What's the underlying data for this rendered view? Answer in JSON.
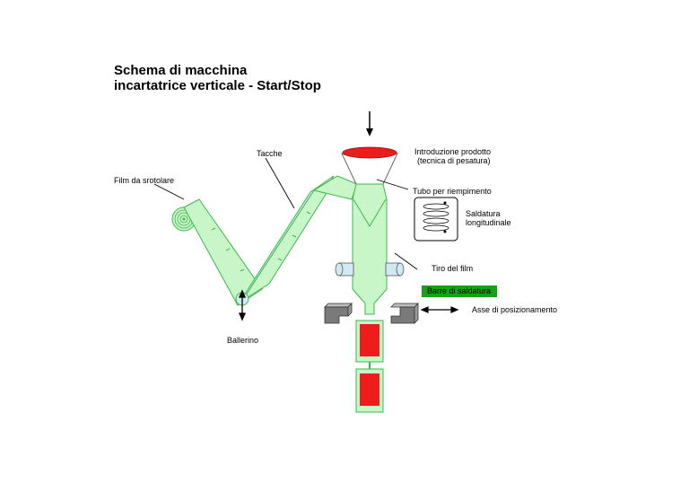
{
  "title": {
    "line1": "Schema di macchina",
    "line2": "incartatrice verticale - Start/Stop"
  },
  "labels": {
    "film": "Film da srotolare",
    "tacche": "Tacche",
    "introduzione": "Introduzione prodotto",
    "tecnica": "(tecnica di pesatura)",
    "tubo": "Tubo per riempimento",
    "saldatura_1": "Saldatura",
    "saldatura_2": "longitudinale",
    "tiro": "Tiro del film",
    "barre": "Barre di saldatura",
    "asse": "Asse di posizionamento",
    "ballerino": "Ballerino"
  },
  "colors": {
    "film": "#c9f6c9",
    "film_stroke": "#3cb84a",
    "product": "#ee1c1c",
    "bar_label": "#17a117",
    "roller": "#cfeaf2",
    "sealing_bar": "#7a7a7a"
  }
}
